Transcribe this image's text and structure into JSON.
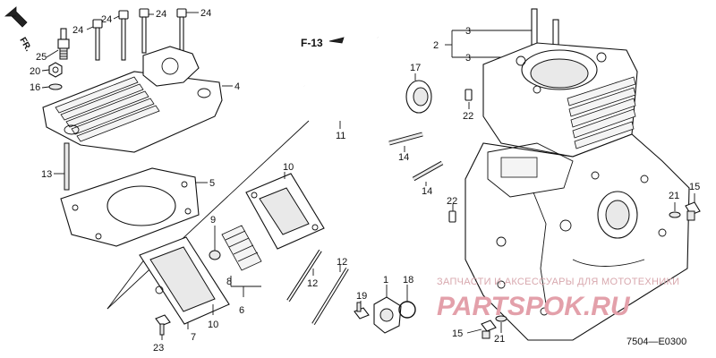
{
  "diagram": {
    "direction_label": "FR.",
    "reference_label": "F-13",
    "diagram_code": "7504—E0300",
    "watermark_text": "ЗАПЧАСТИ И АКСЕССУАРЫ ДЛЯ МОТОТЕХНИКИ",
    "watermark_brand": "PARTSPOK.RU",
    "callouts": {
      "c24a": "24",
      "c24b": "24",
      "c24c": "24",
      "c24d": "24",
      "c25": "25",
      "c20": "20",
      "c16": "16",
      "c4": "4",
      "c13": "13",
      "c5": "5",
      "c11": "11",
      "c17": "17",
      "c22a": "22",
      "c2": "2",
      "c3a": "3",
      "c3b": "3",
      "c14a": "14",
      "c14b": "14",
      "c22b": "22",
      "c21a": "21",
      "c15a": "15",
      "c10a": "10",
      "c9": "9",
      "c8": "8",
      "c6": "6",
      "c12a": "12",
      "c12b": "12",
      "c7": "7",
      "c10b": "10",
      "c23": "23",
      "c19": "19",
      "c1": "1",
      "c18": "18",
      "c15b": "15",
      "c21b": "21"
    }
  }
}
